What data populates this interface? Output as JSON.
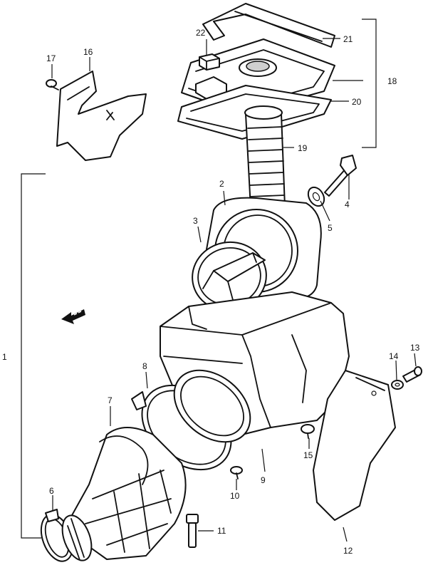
{
  "callouts": [
    {
      "id": "c1",
      "text": "1"
    },
    {
      "id": "c2",
      "text": "2"
    },
    {
      "id": "c3",
      "text": "3"
    },
    {
      "id": "c4",
      "text": "4"
    },
    {
      "id": "c5",
      "text": "5"
    },
    {
      "id": "c6",
      "text": "6"
    },
    {
      "id": "c7",
      "text": "7"
    },
    {
      "id": "c8",
      "text": "8"
    },
    {
      "id": "c9",
      "text": "9"
    },
    {
      "id": "c10",
      "text": "10"
    },
    {
      "id": "c11",
      "text": "11"
    },
    {
      "id": "c12",
      "text": "12"
    },
    {
      "id": "c13",
      "text": "13"
    },
    {
      "id": "c14",
      "text": "14"
    },
    {
      "id": "c15",
      "text": "15"
    },
    {
      "id": "c16",
      "text": "16"
    },
    {
      "id": "c17",
      "text": "17"
    },
    {
      "id": "c18",
      "text": "18"
    },
    {
      "id": "c19",
      "text": "19"
    },
    {
      "id": "c20",
      "text": "20"
    },
    {
      "id": "c21",
      "text": "21"
    },
    {
      "id": "c22",
      "text": "22"
    }
  ],
  "colors": {
    "ink": "#111111",
    "background": "#ffffff"
  },
  "icons": {
    "direction": "front-arrow-icon"
  }
}
